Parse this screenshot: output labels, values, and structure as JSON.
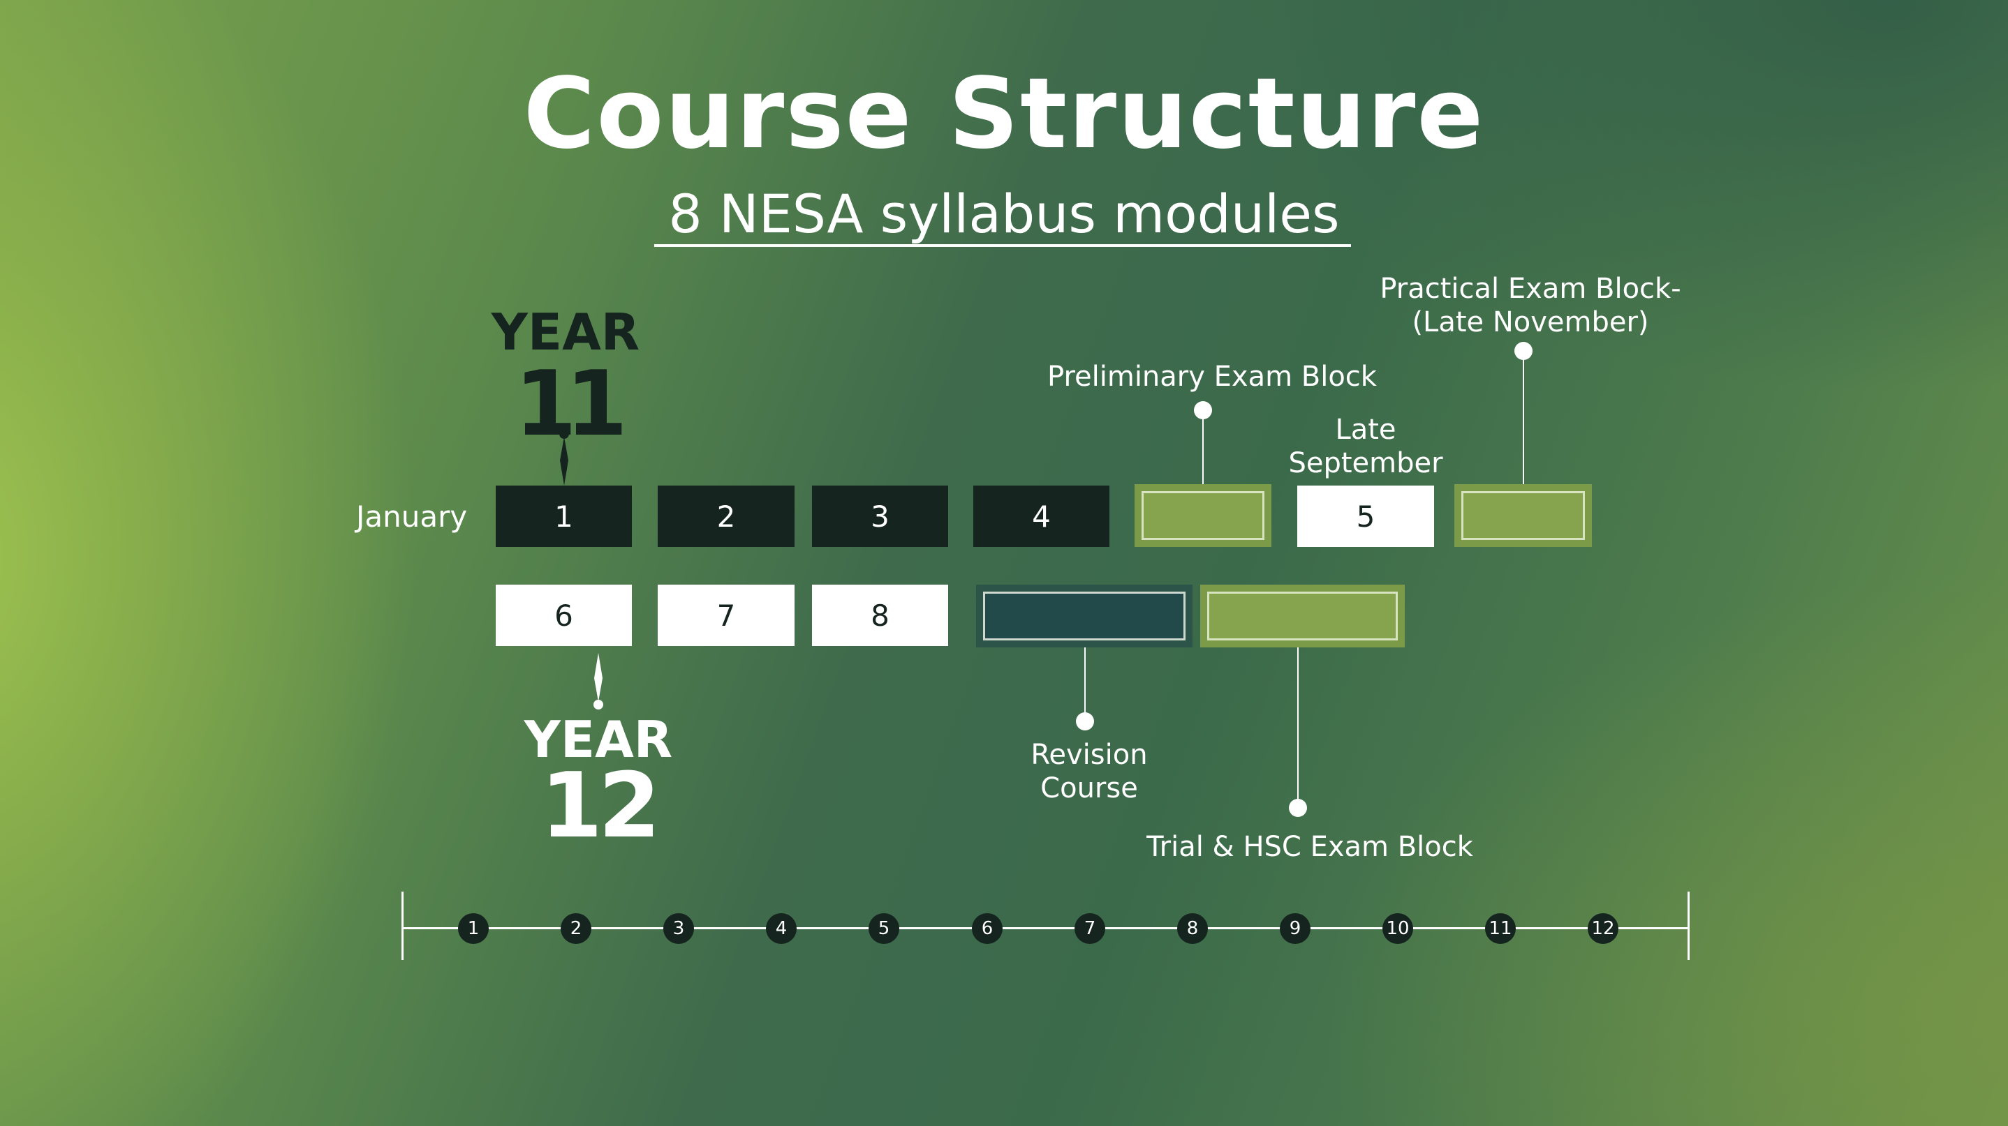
{
  "title": "Course Structure",
  "subtitle": "8 NESA syllabus modules",
  "year11": {
    "word": "YEAR",
    "number": "11"
  },
  "year12": {
    "word": "YEAR",
    "number": "12"
  },
  "start_label": "January",
  "row1": [
    {
      "label": "1",
      "style": "dark"
    },
    {
      "label": "2",
      "style": "dark"
    },
    {
      "label": "3",
      "style": "dark"
    },
    {
      "label": "4",
      "style": "dark"
    },
    {
      "label": "",
      "style": "green"
    },
    {
      "label": "5",
      "style": "white"
    },
    {
      "label": "",
      "style": "green"
    }
  ],
  "row2": [
    {
      "label": "6",
      "style": "white"
    },
    {
      "label": "7",
      "style": "white"
    },
    {
      "label": "8",
      "style": "white"
    },
    {
      "label": "",
      "style": "teal"
    },
    {
      "label": "",
      "style": "green"
    }
  ],
  "callouts": {
    "preliminary": "Preliminary Exam Block",
    "late_september": "Late\nSeptember",
    "practical": "Practical Exam Block-\n(Late November)",
    "revision": "Revision\nCourse",
    "trial_hsc": "Trial & HSC Exam Block"
  },
  "timeline": [
    "1",
    "2",
    "3",
    "4",
    "5",
    "6",
    "7",
    "8",
    "9",
    "10",
    "11",
    "12"
  ],
  "colors": {
    "dark": "#15241f",
    "white": "#ffffff",
    "green": "#86a34e",
    "teal": "#234a4a"
  }
}
